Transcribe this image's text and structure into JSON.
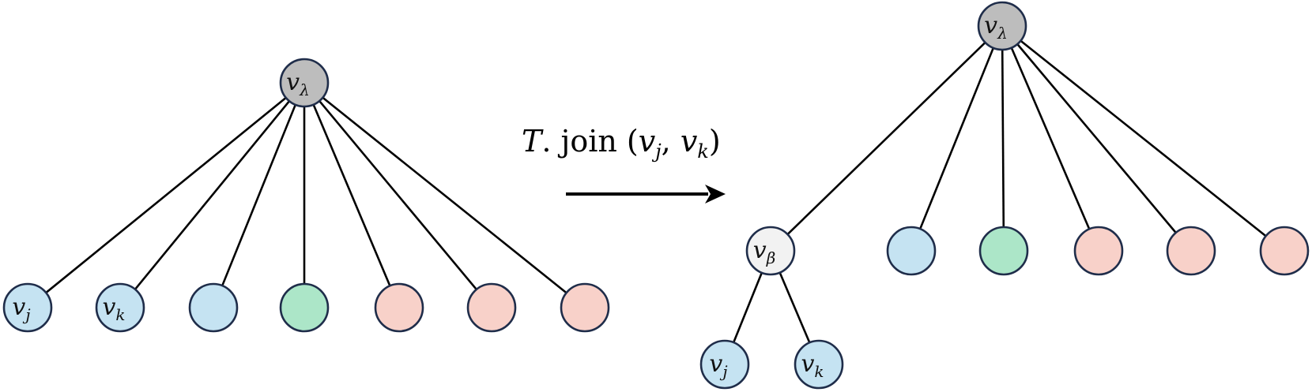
{
  "colors": {
    "gray": "#bdbdbd",
    "blue": "#c5e3f2",
    "green": "#ace6c8",
    "pink": "#f8d1c9",
    "white": "#f2f2f2",
    "outline": "#1f2d4a"
  },
  "operation": {
    "var": "T",
    "dot": ".",
    "func": " join",
    "open": " (",
    "arg1": "v",
    "arg1_sub": "j",
    "sep": ", ",
    "arg2": "v",
    "arg2_sub": "k",
    "close": ")"
  },
  "before_tree": {
    "root": {
      "label": "v",
      "sub": "λ",
      "color": "gray"
    },
    "children": [
      {
        "label": "v",
        "sub": "j",
        "color": "blue"
      },
      {
        "label": "v",
        "sub": "k",
        "color": "blue"
      },
      {
        "label": "",
        "sub": "",
        "color": "blue"
      },
      {
        "label": "",
        "sub": "",
        "color": "green"
      },
      {
        "label": "",
        "sub": "",
        "color": "pink"
      },
      {
        "label": "",
        "sub": "",
        "color": "pink"
      },
      {
        "label": "",
        "sub": "",
        "color": "pink"
      }
    ]
  },
  "after_tree": {
    "root": {
      "label": "v",
      "sub": "λ",
      "color": "gray"
    },
    "children": [
      {
        "label": "v",
        "sub": "β",
        "color": "white",
        "children": [
          {
            "label": "v",
            "sub": "j",
            "color": "blue"
          },
          {
            "label": "v",
            "sub": "k",
            "color": "blue"
          }
        ]
      },
      {
        "label": "",
        "sub": "",
        "color": "blue"
      },
      {
        "label": "",
        "sub": "",
        "color": "green"
      },
      {
        "label": "",
        "sub": "",
        "color": "pink"
      },
      {
        "label": "",
        "sub": "",
        "color": "pink"
      },
      {
        "label": "",
        "sub": "",
        "color": "pink"
      }
    ]
  }
}
